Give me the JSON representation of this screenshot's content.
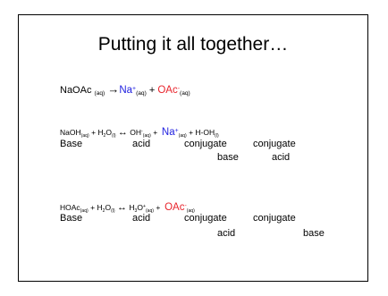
{
  "title": "Putting it all together…",
  "colors": {
    "cation": "#1f1fdf",
    "anion": "#e8242c"
  },
  "eq1": {
    "reactant": "NaOAc",
    "reactant_state": "(aq)",
    "arrow": "→",
    "p1": "Na",
    "p1_charge": "+",
    "p1_state": "(aq)",
    "plus": "+",
    "p2": "OAc",
    "p2_charge": "-",
    "p2_state": "(aq)"
  },
  "eq2": {
    "r1": "NaOH",
    "r1_state": "(aq)",
    "plus1": "+",
    "r2": "H",
    "r2_sub": "2",
    "r2_o": "O",
    "r2_state": "(l)",
    "arrow": "↔",
    "p1": "OH",
    "p1_charge": "-",
    "p1_state": "(aq)",
    "plus2": "+",
    "p2": "Na",
    "p2_charge": "+",
    "p2_state": "(aq)",
    "plus3": "+",
    "p3": "H-OH",
    "p3_state": "(l)"
  },
  "labels2": {
    "base": "Base",
    "acid": "acid",
    "conj1": "conjugate",
    "conj2": "conjugate",
    "sub1": "base",
    "sub2": "acid"
  },
  "eq3": {
    "r1": "HOAc",
    "r1_state": "(aq)",
    "plus1": "+",
    "r2": "H",
    "r2_sub": "2",
    "r2_o": "O",
    "r2_state": "(l)",
    "arrow": "↔",
    "p1": "H",
    "p1_sub": "3",
    "p1_o": "O",
    "p1_charge": "+",
    "p1_state": "(aq)",
    "plus2": "+",
    "p2": "OAc",
    "p2_charge": "-",
    "p2_state": "(aq)"
  },
  "labels3": {
    "base": "Base",
    "acid": "acid",
    "conj1": "conjugate",
    "conj2": "conjugate",
    "sub1": "acid",
    "sub2": "base"
  }
}
